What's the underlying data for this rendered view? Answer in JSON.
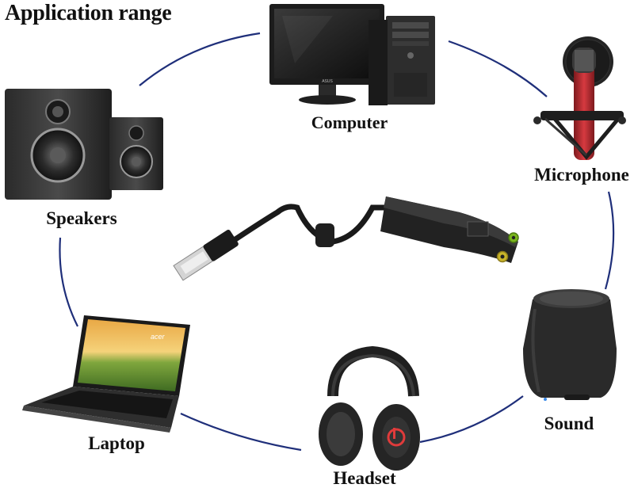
{
  "title": "Application range",
  "devices": {
    "computer": "Computer",
    "microphone": "Microphone",
    "speakers": "Speakers",
    "sound": "Sound",
    "laptop": "Laptop",
    "headset": "Headset"
  },
  "colors": {
    "ring": "#1f2f7a",
    "device_dark": "#2b2b2b",
    "mic_red": "#c0282e",
    "jack_green": "#7ab51d",
    "jack_yellow": "#c9b42a"
  }
}
